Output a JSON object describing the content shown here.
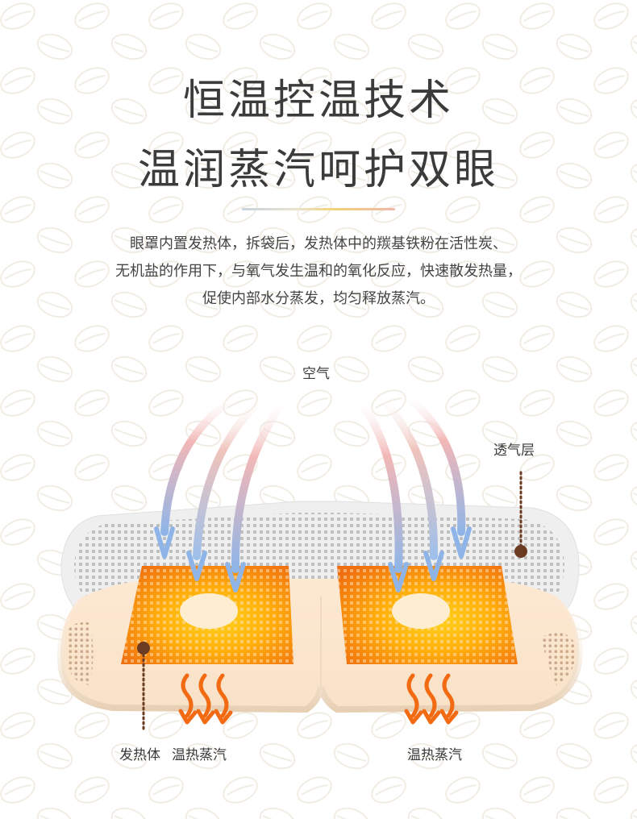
{
  "heading": {
    "line1": "恒温控温技术",
    "line2": "温润蒸汽呵护双眼"
  },
  "description": {
    "line1": "眼罩内置发热体，拆袋后，发热体中的羰基铁粉在活性炭、",
    "line2": "无机盐的作用下，与氧气发生温和的氧化反应，快速散发热量，",
    "line3": "促使内部水分蒸发，均匀释放蒸汽。"
  },
  "diagram_labels": {
    "air": "空气",
    "breathable_layer": "透气层",
    "heating_body": "发热体",
    "warm_steam_left": "温热蒸汽",
    "warm_steam_right": "温热蒸汽"
  },
  "colors": {
    "heater_orange": "#f07a16",
    "heater_yellow": "#ffc21a",
    "steam_orange": "#f26a12",
    "marker_brown": "#6b3b22",
    "pad_cream": "#fbe6cf"
  }
}
